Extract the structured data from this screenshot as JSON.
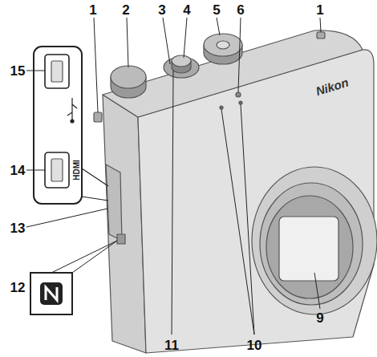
{
  "diagram": {
    "labels": [
      "1",
      "2",
      "3",
      "4",
      "5",
      "6",
      "1",
      "Nikon",
      "15",
      "HDMI",
      "14",
      "13",
      "12",
      "9",
      "11",
      "10"
    ]
  }
}
